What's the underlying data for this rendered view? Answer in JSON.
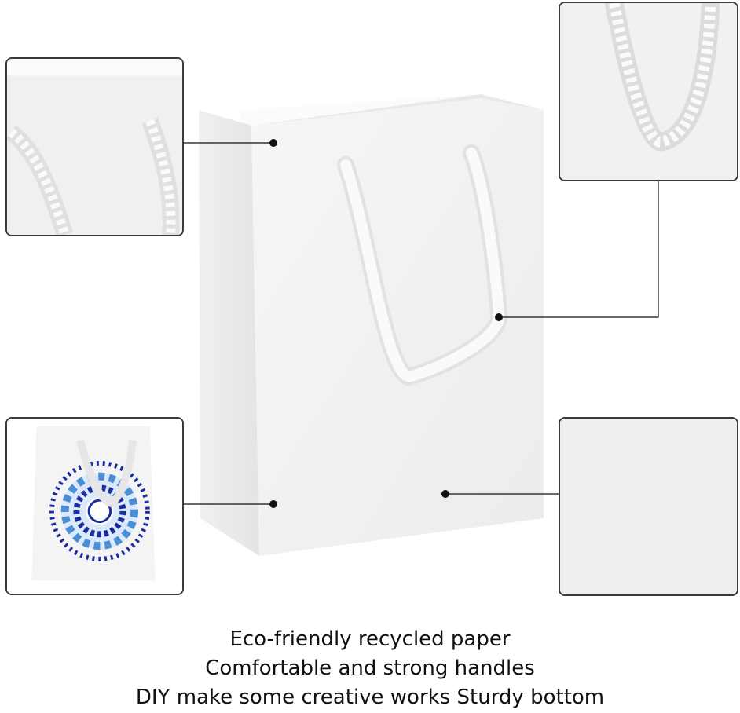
{
  "product": {
    "features": [
      "Eco-friendly recycled paper",
      "Comfortable and strong handles",
      "DIY make some creative works Sturdy bottom"
    ]
  },
  "colors": {
    "background": "#ffffff",
    "bag": "#f3f3f3",
    "panel_border": "#3a3a3a",
    "callout": "#111111",
    "mandala_dark": "#1a2d9e",
    "mandala_light": "#4a8fd6"
  },
  "icons": {
    "bag": "white-paper-bag",
    "handle": "braided-rope-handle",
    "pattern": "blue-mandala"
  }
}
